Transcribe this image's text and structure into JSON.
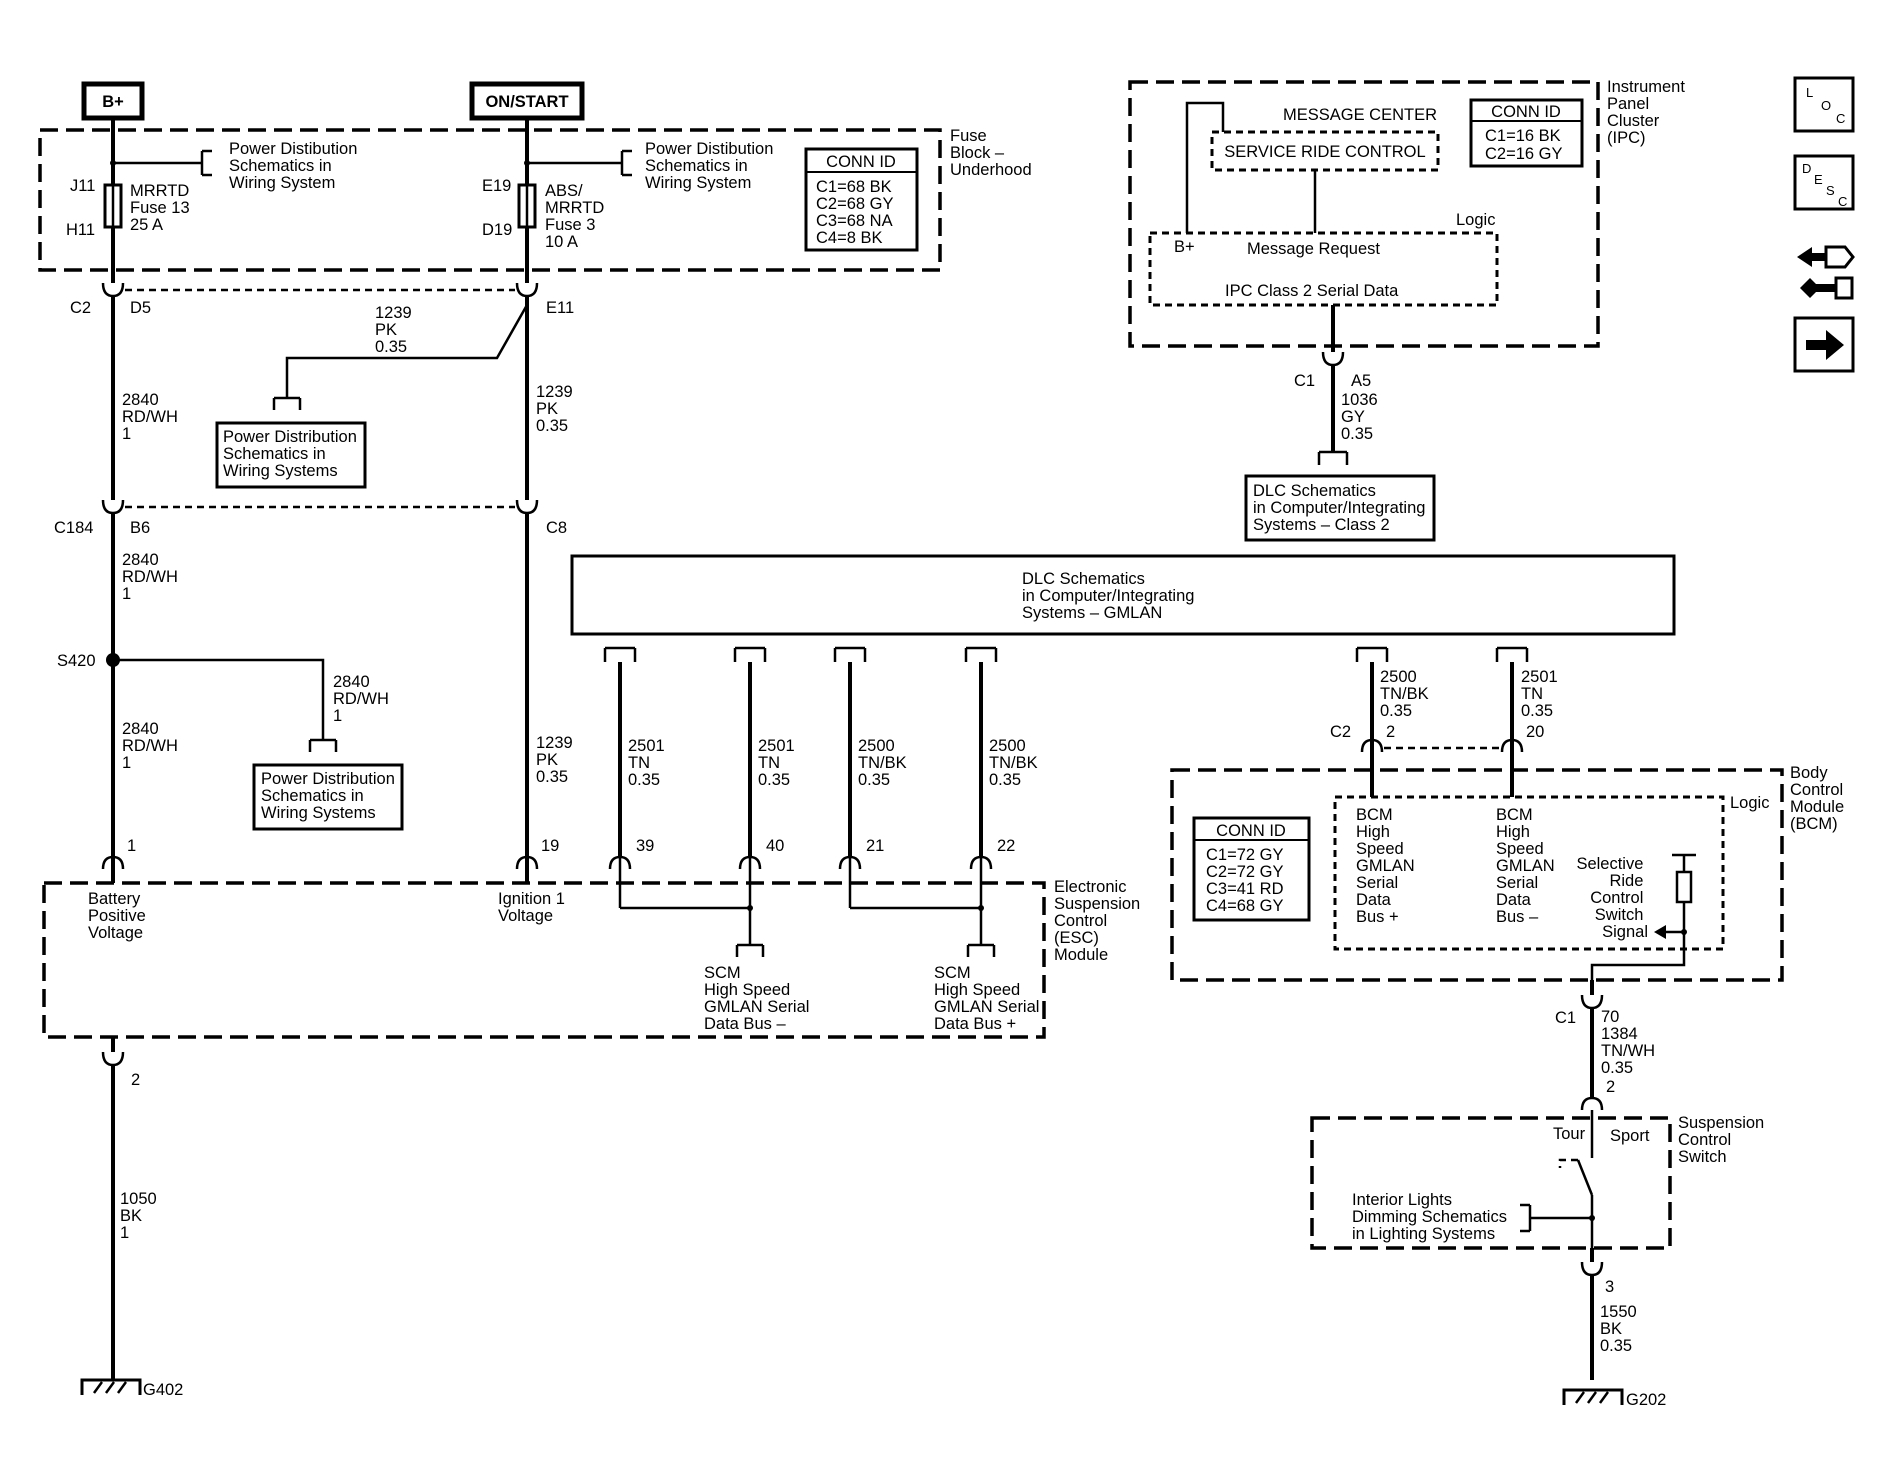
{
  "power": {
    "b_plus": "B+",
    "on_start": "ON/START"
  },
  "fuse_block": {
    "name": [
      "Fuse",
      "Block –",
      "Underhood"
    ],
    "pd_ref_1": [
      "Power Distibution",
      "Schematics in",
      "Wiring System"
    ],
    "pd_ref_2": [
      "Power Distibution",
      "Schematics in",
      "Wiring System"
    ],
    "conn": {
      "title": "CONN ID",
      "rows": [
        "C1=68 BK",
        "C2=68 GY",
        "C3=68 NA",
        "C4=8 BK"
      ]
    },
    "fuse13": {
      "pin_top": "J11",
      "pin_bottom": "H11",
      "label": [
        "MRRTD",
        "Fuse 13",
        "25 A"
      ]
    },
    "fuse3": {
      "pin_top": "E19",
      "pin_bottom": "D19",
      "label": [
        "ABS/",
        "MRRTD",
        "Fuse 3",
        "10 A"
      ]
    }
  },
  "connectors": {
    "c2": "C2",
    "d5": "D5",
    "e11": "E11",
    "c184": "C184",
    "b6": "B6",
    "c8": "C8",
    "s420": "S420"
  },
  "wires": {
    "w1239_a": [
      "1239",
      "PK",
      "0.35"
    ],
    "w2840_a": [
      "2840",
      "RD/WH",
      "1"
    ],
    "w1239_b": [
      "1239",
      "PK",
      "0.35"
    ],
    "w2840_b": [
      "2840",
      "RD/WH",
      "1"
    ],
    "w2840_c": [
      "2840",
      "RD/WH",
      "1"
    ],
    "w2840_d": [
      "2840",
      "RD/WH",
      "1"
    ],
    "w1239_c": [
      "1239",
      "PK",
      "0.35"
    ],
    "w2501_a": [
      "2501",
      "TN",
      "0.35"
    ],
    "w2501_b": [
      "2501",
      "TN",
      "0.35"
    ],
    "w2500_a": [
      "2500",
      "TN/BK",
      "0.35"
    ],
    "w2500_b": [
      "2500",
      "TN/BK",
      "0.35"
    ],
    "w1050": [
      "1050",
      "BK",
      "1"
    ],
    "w1036": [
      "1036",
      "GY",
      "0.35"
    ],
    "w2500_c": [
      "2500",
      "TN/BK",
      "0.35"
    ],
    "w2501_c": [
      "2501",
      "TN",
      "0.35"
    ],
    "w1384": [
      "70",
      "1384",
      "TN/WH",
      "0.35"
    ],
    "w1550": [
      "1550",
      "BK",
      "0.35"
    ]
  },
  "pd_boxes": {
    "box1": [
      "Power Distribution",
      "Schematics in",
      "Wiring Systems"
    ],
    "box2": [
      "Power Distribution",
      "Schematics in",
      "Wiring Systems"
    ]
  },
  "dlc_gmlan": [
    "DLC Schematics",
    "in Computer/Integrating",
    "Systems – GMLAN"
  ],
  "dlc_class2": [
    "DLC Schematics",
    "in Computer/Integrating",
    "Systems – Class 2"
  ],
  "ipc": {
    "name": [
      "Instrument",
      "Panel",
      "Cluster",
      "(IPC)"
    ],
    "message_center": "MESSAGE CENTER",
    "service_ride": "SERVICE RIDE CONTROL",
    "logic": "Logic",
    "b_plus": "B+",
    "message_request": "Message Request",
    "serial_data": "IPC Class 2 Serial Data",
    "conn": {
      "title": "CONN ID",
      "rows": [
        "C1=16 BK",
        "C2=16 GY"
      ]
    },
    "c1": "C1",
    "a5": "A5"
  },
  "esc": {
    "name": [
      "Electronic",
      "Suspension",
      "Control",
      "(ESC)",
      "Module"
    ],
    "pins": {
      "p1": "1",
      "p19": "19",
      "p39": "39",
      "p40": "40",
      "p21": "21",
      "p22": "22",
      "p2": "2"
    },
    "battery": [
      "Battery",
      "Positive",
      "Voltage"
    ],
    "ignition": [
      "Ignition 1",
      "Voltage"
    ],
    "scm_minus": [
      "SCM",
      "High Speed",
      "GMLAN Serial",
      "Data Bus –"
    ],
    "scm_plus": [
      "SCM",
      "High Speed",
      "GMLAN Serial",
      "Data Bus +"
    ]
  },
  "bcm": {
    "name": [
      "Body",
      "Control",
      "Module",
      "(BCM)"
    ],
    "logic": "Logic",
    "c2": "C2",
    "pin2": "2",
    "pin20": "20",
    "conn": {
      "title": "CONN ID",
      "rows": [
        "C1=72 GY",
        "C2=72 GY",
        "C3=41 RD",
        "C4=68 GY"
      ]
    },
    "bus_plus": [
      "BCM",
      "High",
      "Speed",
      "GMLAN",
      "Serial",
      "Data",
      "Bus +"
    ],
    "bus_minus": [
      "BCM",
      "High",
      "Speed",
      "GMLAN",
      "Serial",
      "Data",
      "Bus –"
    ],
    "selective": [
      "Selective",
      "Ride",
      "Control",
      "Switch",
      "Signal"
    ],
    "c1": "C1"
  },
  "switch": {
    "name": [
      "Suspension",
      "Control",
      "Switch"
    ],
    "tour": "Tour",
    "sport": "Sport",
    "pin2": "2",
    "pin3": "3",
    "dimming": [
      "Interior Lights",
      "Dimming Schematics",
      "in Lighting Systems"
    ]
  },
  "grounds": {
    "g402": "G402",
    "g202": "G202"
  },
  "nav": {
    "loc": [
      "L",
      "O",
      "C"
    ],
    "desc": [
      "D",
      "E",
      "S",
      "C"
    ]
  }
}
